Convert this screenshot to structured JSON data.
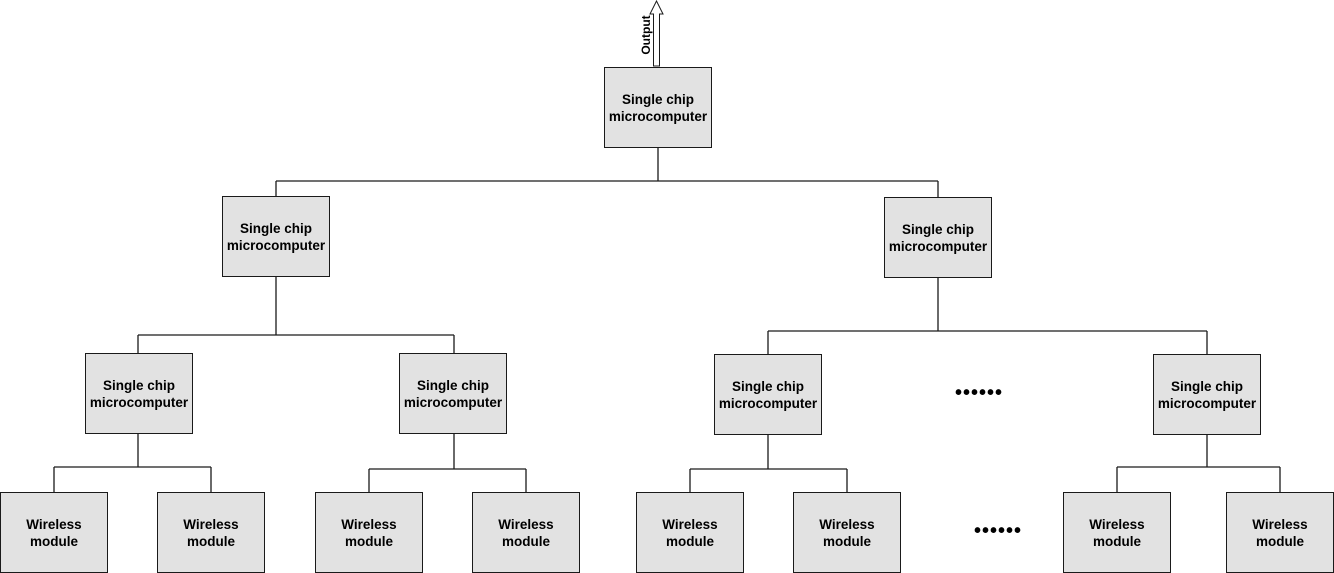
{
  "output_label": "Output",
  "ellipsis": "••••••",
  "root": {
    "line1": "Single chip",
    "line2": "microcomputer"
  },
  "level2": [
    {
      "line1": "Single chip",
      "line2": "microcomputer"
    },
    {
      "line1": "Single chip",
      "line2": "microcomputer"
    }
  ],
  "level3": [
    {
      "line1": "Single chip",
      "line2": "microcomputer"
    },
    {
      "line1": "Single chip",
      "line2": "microcomputer"
    },
    {
      "line1": "Single chip",
      "line2": "microcomputer"
    },
    {
      "line1": "Single chip",
      "line2": "microcomputer"
    }
  ],
  "wireless": [
    {
      "line1": "Wireless",
      "line2": "module"
    },
    {
      "line1": "Wireless",
      "line2": "module"
    },
    {
      "line1": "Wireless",
      "line2": "module"
    },
    {
      "line1": "Wireless",
      "line2": "module"
    },
    {
      "line1": "Wireless",
      "line2": "module"
    },
    {
      "line1": "Wireless",
      "line2": "module"
    },
    {
      "line1": "Wireless",
      "line2": "module"
    },
    {
      "line1": "Wireless",
      "line2": "module"
    }
  ]
}
